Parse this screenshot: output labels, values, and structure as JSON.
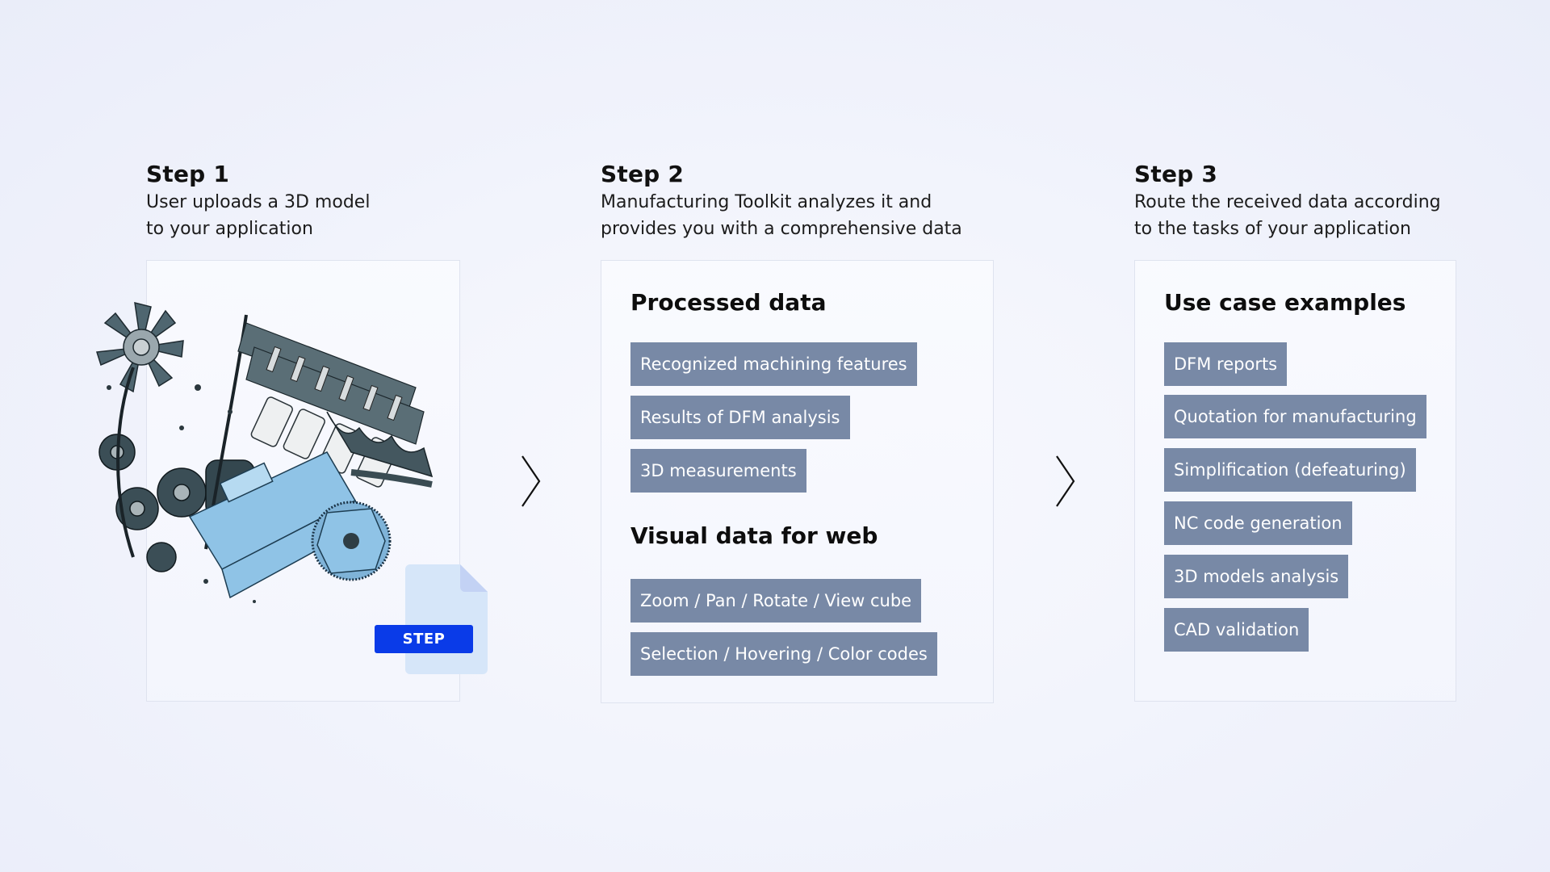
{
  "steps": [
    {
      "title": "Step 1",
      "description_line1": "User uploads a 3D model",
      "description_line2": "to your application",
      "file_badge": "STEP"
    },
    {
      "title": "Step 2",
      "description_line1": "Manufacturing Toolkit analyzes it and",
      "description_line2": "provides you with a comprehensive data",
      "sections": [
        {
          "heading": "Processed data",
          "items": [
            "Recognized machining features",
            "Results of DFM analysis",
            "3D measurements"
          ]
        },
        {
          "heading": "Visual data for web",
          "items": [
            "Zoom / Pan / Rotate / View cube",
            "Selection / Hovering /  Color codes"
          ]
        }
      ]
    },
    {
      "title": "Step 3",
      "description_line1": "Route the received data according",
      "description_line2": "to the tasks of your application",
      "sections": [
        {
          "heading": "Use case examples",
          "items": [
            "DFM reports",
            "Quotation for manufacturing",
            "Simplification (defeaturing)",
            "NC code generation",
            "3D models analysis",
            "CAD validation"
          ]
        }
      ]
    }
  ],
  "icons": {
    "arrow_1": "chevron-right-icon",
    "arrow_2": "chevron-right-icon",
    "engine": "engine-3d-model-image",
    "file": "file-icon"
  },
  "colors": {
    "chip_bg": "#7889a6",
    "badge_bg": "#0a3be8",
    "file_icon": "#d6e6f9"
  }
}
